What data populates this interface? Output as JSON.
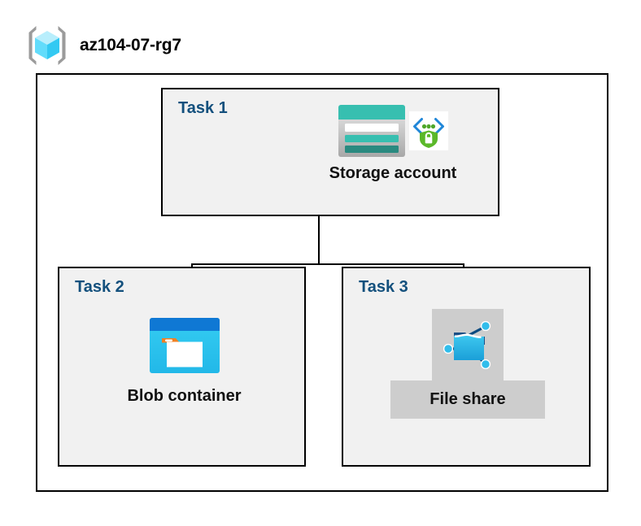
{
  "resource_group": {
    "icon": "resource-group-cube-icon",
    "name": "az104-07-rg7"
  },
  "colors": {
    "task_label": "#13507d",
    "panel_fill": "#f1f1f1",
    "border": "#000000",
    "page_background": "#ffffff",
    "plate_gray": "#cdcdcd",
    "storage_teal": "#37bfb0",
    "storage_teal_dark": "#2a8a80",
    "blob_blue": "#0f78d4",
    "blob_cyan": "#32c8f0",
    "blob_orange": "#f08023",
    "fileshare_cyan": "#31bdeb",
    "shield_green": "#4fa72a",
    "bracket_blue": "#1f86d8"
  },
  "tasks": [
    {
      "id": "task-1",
      "label": "Task 1",
      "node": {
        "id": "storage-account",
        "caption": "Storage account",
        "icons": [
          "storage-account-icon",
          "secure-endpoint-icon"
        ]
      }
    },
    {
      "id": "task-2",
      "label": "Task 2",
      "node": {
        "id": "blob-container",
        "caption": "Blob container",
        "icons": [
          "blob-container-icon"
        ]
      }
    },
    {
      "id": "task-3",
      "label": "Task 3",
      "node": {
        "id": "file-share",
        "caption": "File share",
        "icons": [
          "file-share-icon"
        ]
      }
    }
  ],
  "connections": [
    {
      "from": "storage-account",
      "to": "blob-container"
    },
    {
      "from": "storage-account",
      "to": "file-share"
    }
  ]
}
